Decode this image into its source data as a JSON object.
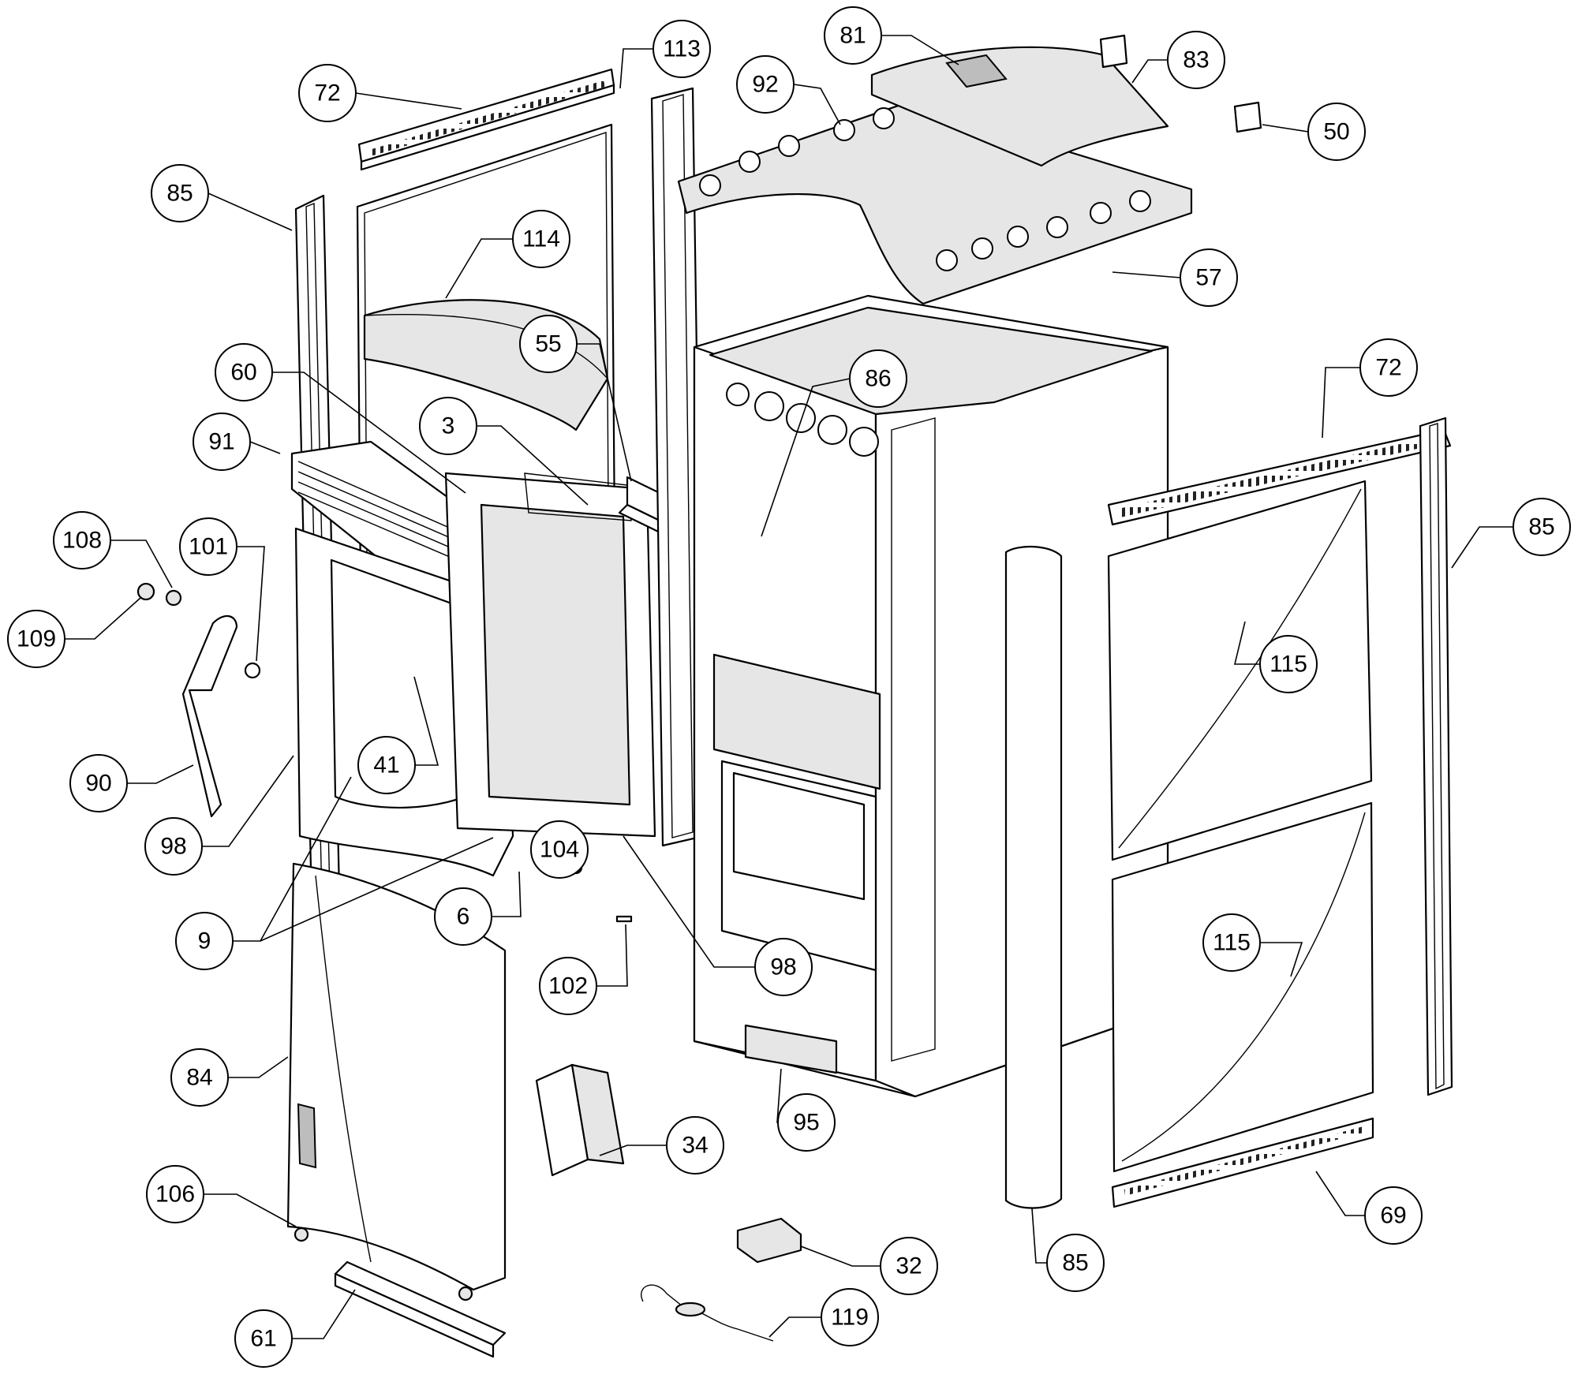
{
  "callouts": [
    {
      "id": "c1",
      "label": "113"
    },
    {
      "id": "c2",
      "label": "72"
    },
    {
      "id": "c3",
      "label": "81"
    },
    {
      "id": "c4",
      "label": "92"
    },
    {
      "id": "c5",
      "label": "83"
    },
    {
      "id": "c6",
      "label": "50"
    },
    {
      "id": "c7",
      "label": "85"
    },
    {
      "id": "c8",
      "label": "114"
    },
    {
      "id": "c9",
      "label": "57"
    },
    {
      "id": "c10",
      "label": "55"
    },
    {
      "id": "c11",
      "label": "60"
    },
    {
      "id": "c12",
      "label": "86"
    },
    {
      "id": "c13",
      "label": "72"
    },
    {
      "id": "c14",
      "label": "3"
    },
    {
      "id": "c15",
      "label": "91"
    },
    {
      "id": "c16",
      "label": "85"
    },
    {
      "id": "c17",
      "label": "108"
    },
    {
      "id": "c18",
      "label": "101"
    },
    {
      "id": "c19",
      "label": "109"
    },
    {
      "id": "c20",
      "label": "115"
    },
    {
      "id": "c21",
      "label": "41"
    },
    {
      "id": "c22",
      "label": "90"
    },
    {
      "id": "c23",
      "label": "104"
    },
    {
      "id": "c24",
      "label": "98"
    },
    {
      "id": "c25",
      "label": "115"
    },
    {
      "id": "c26",
      "label": "6"
    },
    {
      "id": "c27",
      "label": "9"
    },
    {
      "id": "c28",
      "label": "98"
    },
    {
      "id": "c29",
      "label": "102"
    },
    {
      "id": "c30",
      "label": "84"
    },
    {
      "id": "c31",
      "label": "95"
    },
    {
      "id": "c32",
      "label": "34"
    },
    {
      "id": "c33",
      "label": "106"
    },
    {
      "id": "c34",
      "label": "69"
    },
    {
      "id": "c35",
      "label": "32"
    },
    {
      "id": "c36",
      "label": "85"
    },
    {
      "id": "c37",
      "label": "61"
    },
    {
      "id": "c38",
      "label": "119"
    }
  ]
}
